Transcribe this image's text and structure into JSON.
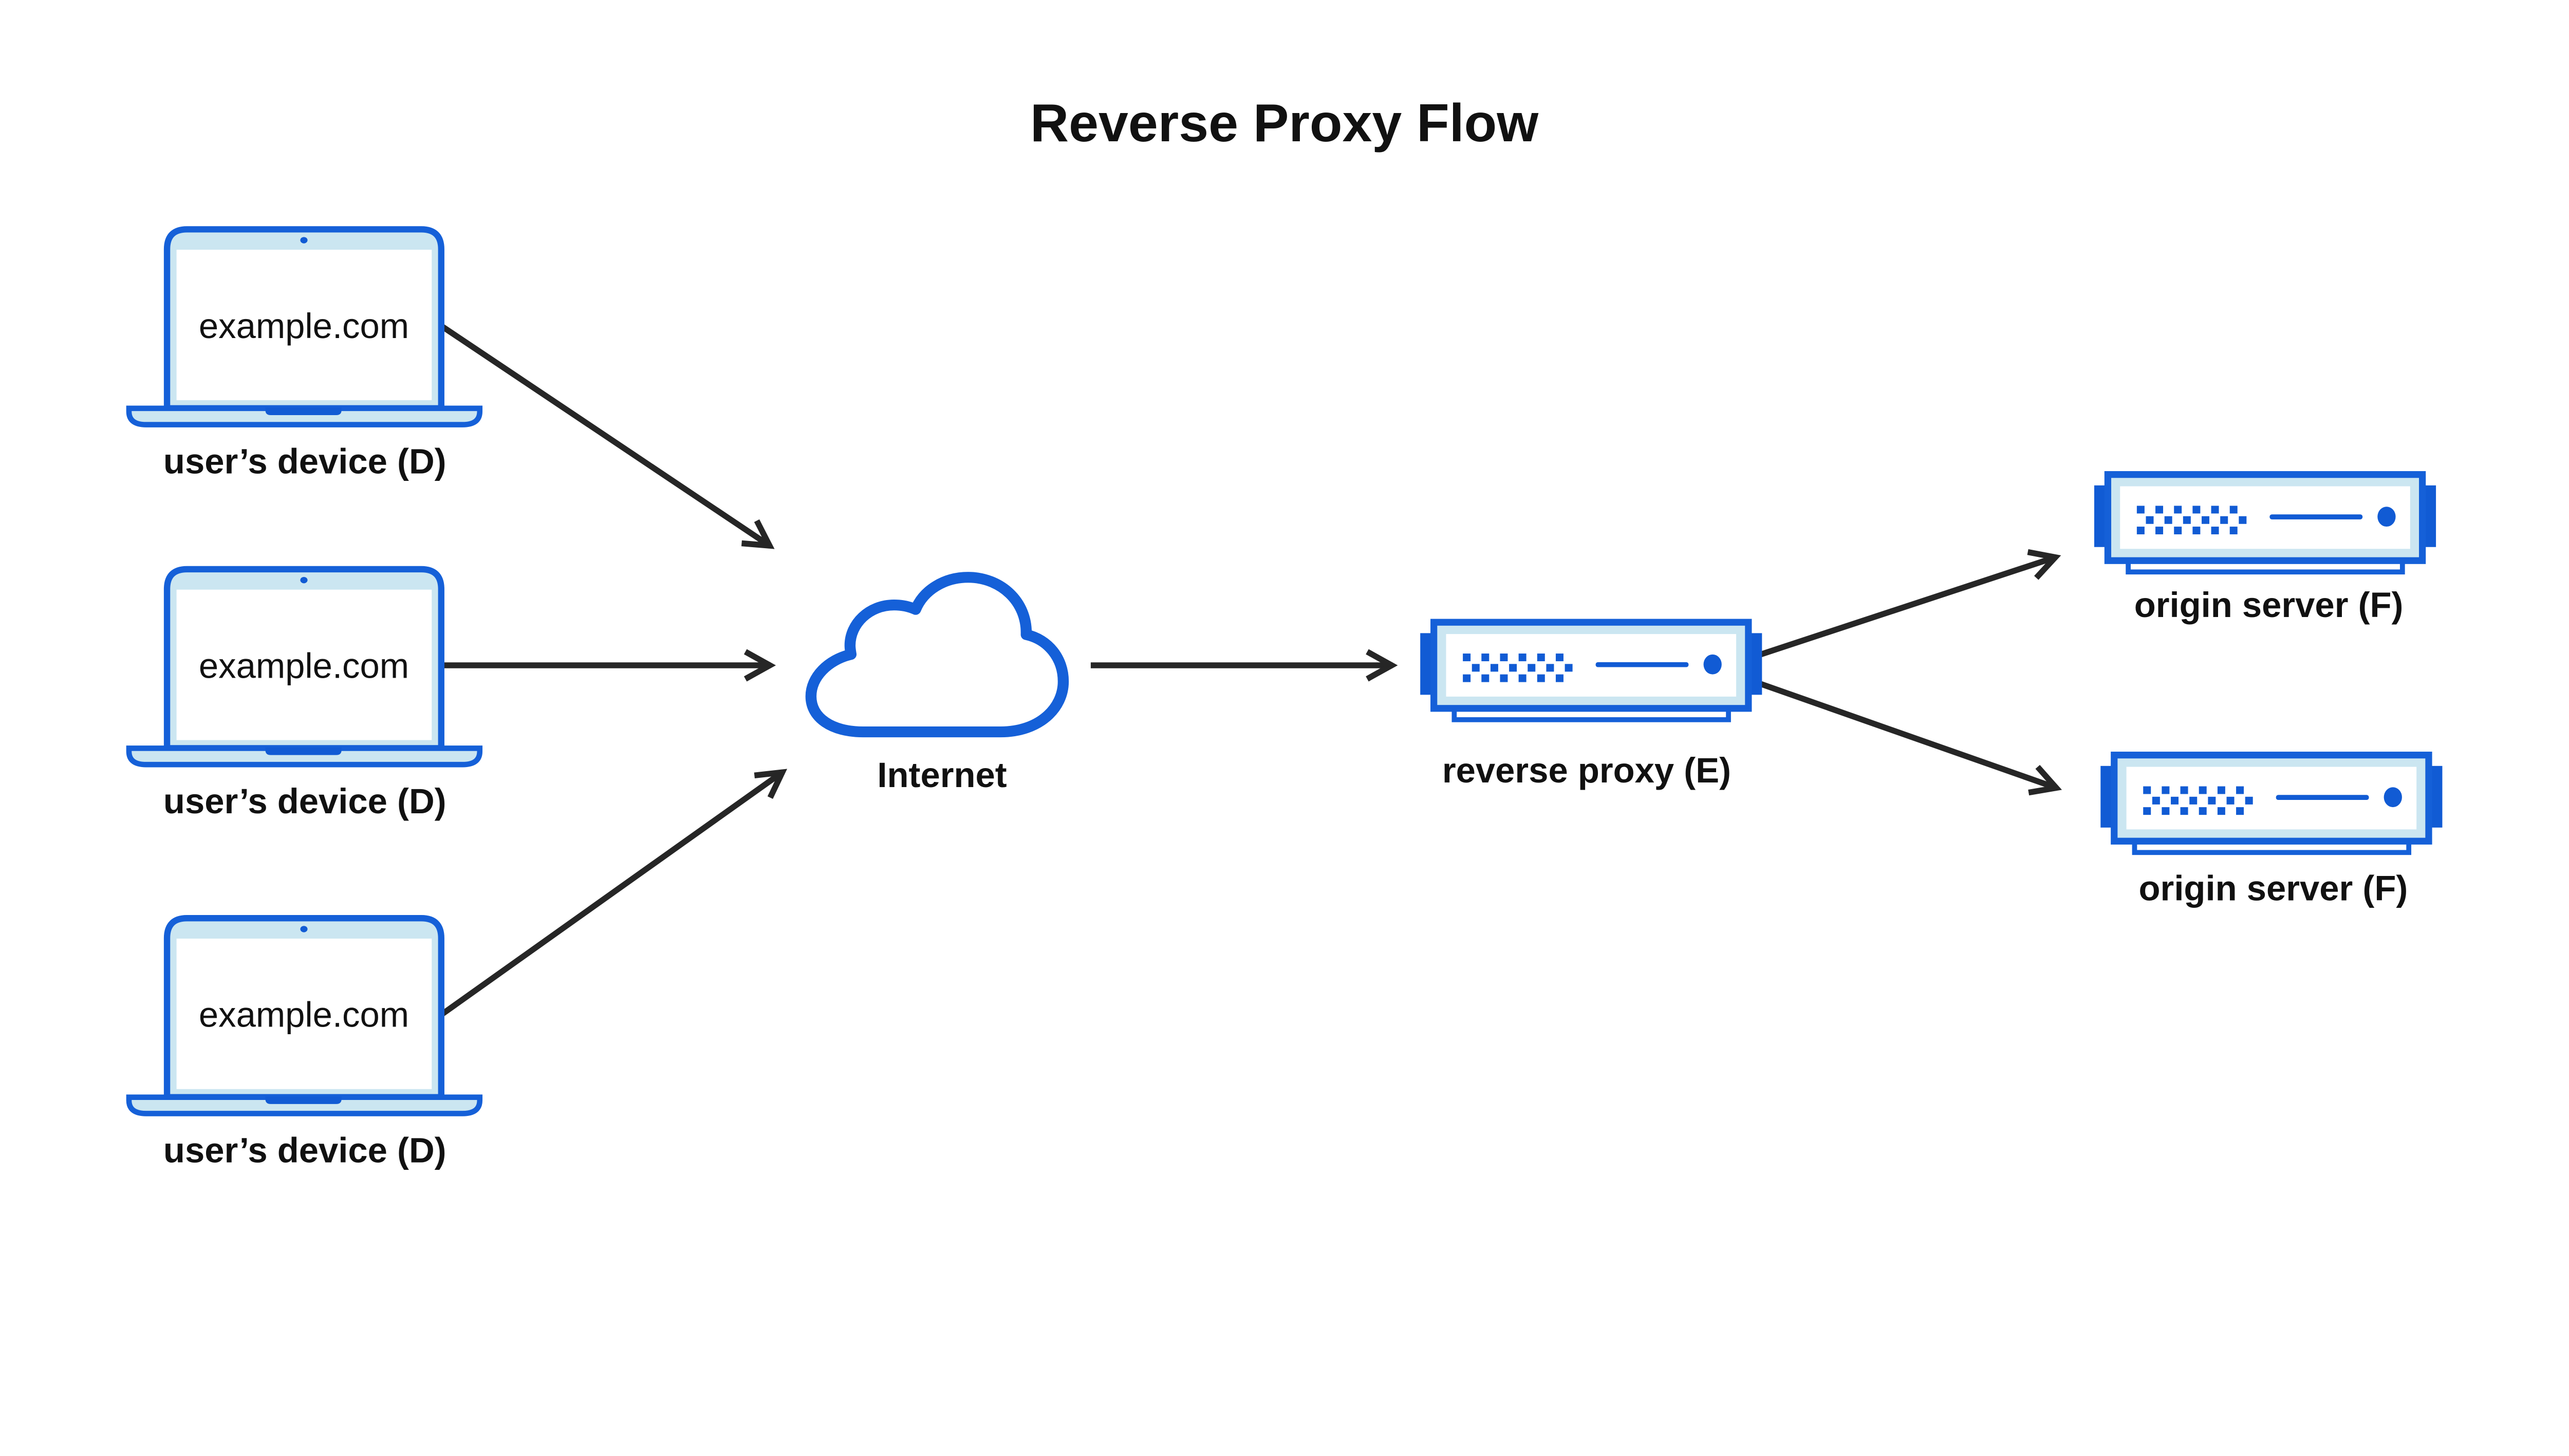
{
  "title": "Reverse Proxy Flow",
  "nodes": {
    "device1": {
      "screen_text": "example.com",
      "label": "user’s device (D)",
      "icon": "laptop-icon"
    },
    "device2": {
      "screen_text": "example.com",
      "label": "user’s device (D)",
      "icon": "laptop-icon"
    },
    "device3": {
      "screen_text": "example.com",
      "label": "user’s device (D)",
      "icon": "laptop-icon"
    },
    "internet": {
      "label": "Internet",
      "icon": "cloud-icon"
    },
    "proxy": {
      "label": "reverse proxy (E)",
      "icon": "server-icon"
    },
    "origin1": {
      "label": "origin server (F)",
      "icon": "server-icon"
    },
    "origin2": {
      "label": "origin server (F)",
      "icon": "server-icon"
    }
  },
  "edges": [
    {
      "from": "device1",
      "to": "internet"
    },
    {
      "from": "device2",
      "to": "internet"
    },
    {
      "from": "device3",
      "to": "internet"
    },
    {
      "from": "internet",
      "to": "proxy"
    },
    {
      "from": "proxy",
      "to": "origin1"
    },
    {
      "from": "proxy",
      "to": "origin2"
    }
  ],
  "colors": {
    "accent": "#1560d8",
    "accent_dark": "#115bd4",
    "light": "#cbe6f1",
    "ink": "#111111",
    "arrow": "#262626"
  }
}
